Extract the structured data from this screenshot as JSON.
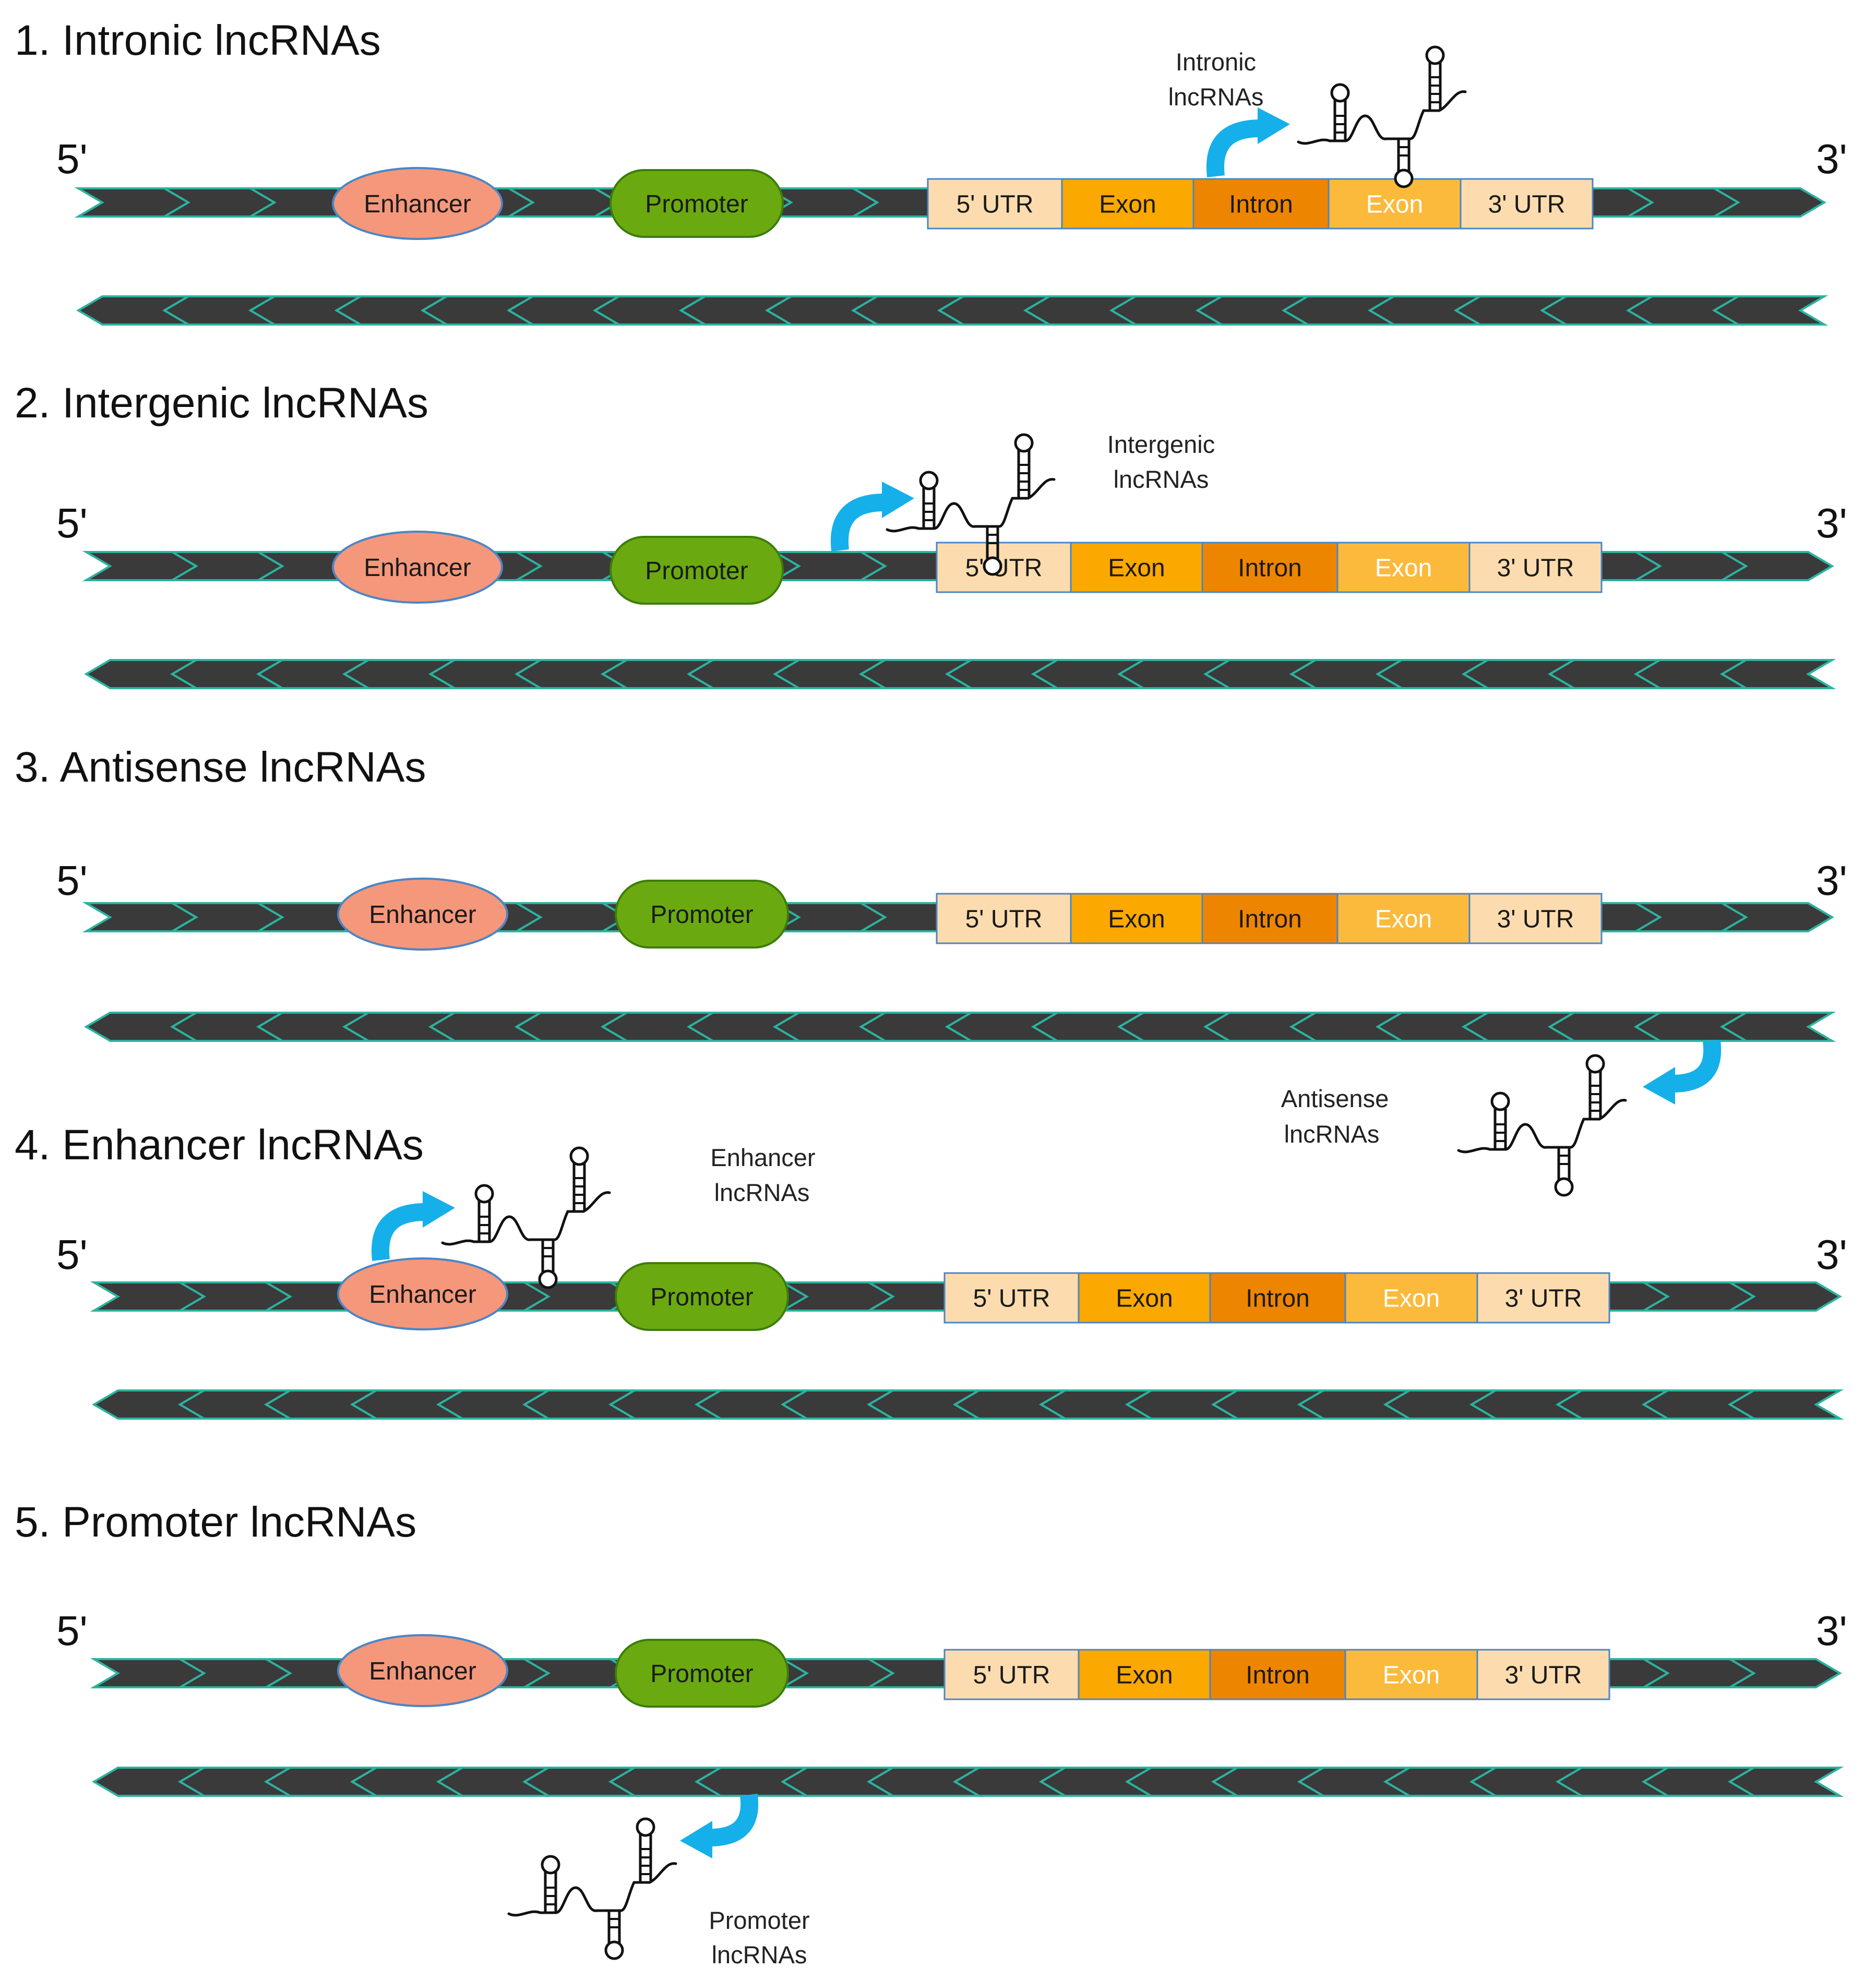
{
  "panels": [
    {
      "title": "1. Intronic lncRNAs",
      "five_prime": "5'",
      "three_prime": "3'",
      "enhancer": "Enhancer",
      "promoter": "Promoter",
      "gene": [
        "5' UTR",
        "Exon",
        "Intron",
        "Exon",
        "3' UTR"
      ],
      "rna_label": [
        "Intronic",
        "lncRNAs"
      ]
    },
    {
      "title": "2. Intergenic lncRNAs",
      "five_prime": "5'",
      "three_prime": "3'",
      "enhancer": "Enhancer",
      "promoter": "Promoter",
      "gene": [
        "5' UTR",
        "Exon",
        "Intron",
        "Exon",
        "3' UTR"
      ],
      "rna_label": [
        "Intergenic",
        "lncRNAs"
      ]
    },
    {
      "title": "3. Antisense lncRNAs",
      "five_prime": "5'",
      "three_prime": "3'",
      "enhancer": "Enhancer",
      "promoter": "Promoter",
      "gene": [
        "5' UTR",
        "Exon",
        "Intron",
        "Exon",
        "3' UTR"
      ],
      "rna_label": [
        "Antisense",
        "lncRNAs"
      ]
    },
    {
      "title": "4. Enhancer lncRNAs",
      "five_prime": "5'",
      "three_prime": "3'",
      "enhancer": "Enhancer",
      "promoter": "Promoter",
      "gene": [
        "5' UTR",
        "Exon",
        "Intron",
        "Exon",
        "3' UTR"
      ],
      "rna_label": [
        "Enhancer",
        "lncRNAs"
      ]
    },
    {
      "title": "5. Promoter lncRNAs",
      "five_prime": "5'",
      "three_prime": "3'",
      "enhancer": "Enhancer",
      "promoter": "Promoter",
      "gene": [
        "5' UTR",
        "Exon",
        "Intron",
        "Exon",
        "3' UTR"
      ],
      "rna_label": [
        "Promoter",
        "lncRNAs"
      ]
    }
  ],
  "colors": {
    "dna": "#3a3a3a",
    "dna_outline": "#2bb3a0",
    "enhancer": "#f5977b",
    "enhancer_outline": "#4a86c6",
    "promoter": "#6aaa10",
    "promoter_outline": "#3c7d0b",
    "utr": "#fcdcae",
    "exon": "#fba800",
    "intron": "#ee8500",
    "exon2": "#fbba3c",
    "gene_outline": "#4a86c6",
    "arrow": "#15b0ea"
  }
}
